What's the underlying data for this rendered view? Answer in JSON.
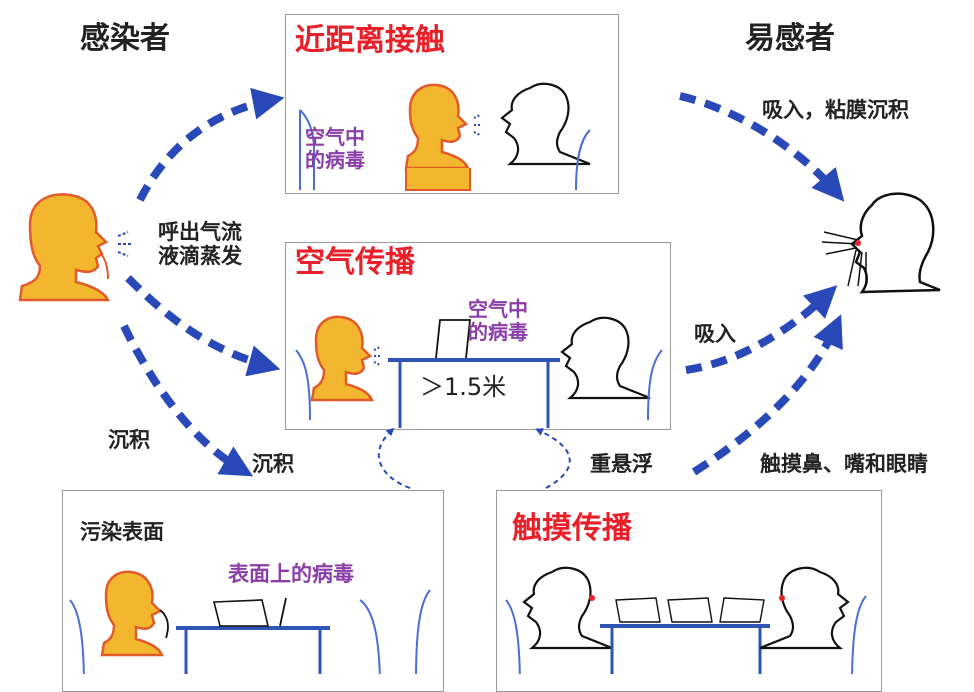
{
  "colors": {
    "arrow": "#2a49b8",
    "head_fill": "#f3b62f",
    "head_outline": "#e05a2a",
    "title_red": "#e8202a",
    "virus_purple": "#8a3fa8",
    "table_blue": "#2e55b4"
  },
  "labels": {
    "infected": "感染者",
    "susceptible": "易感者",
    "exhale": "呼出气流\n液滴蒸发",
    "deposit_left": "沉积",
    "deposit_center": "沉积",
    "resuspend": "重悬浮",
    "inhale_deposit": "吸入，粘膜沉积",
    "inhale": "吸入",
    "touch_face": "触摸鼻、嘴和眼睛"
  },
  "panels": {
    "close_contact": {
      "title": "近距离接触",
      "virus": "空气中\n的病毒"
    },
    "airborne": {
      "title": "空气传播",
      "virus": "空气中\n的病毒",
      "distance": "＞1.5米"
    },
    "surface": {
      "title": "污染表面",
      "virus": "表面上的病毒"
    },
    "touch": {
      "title": "触摸传播"
    }
  }
}
